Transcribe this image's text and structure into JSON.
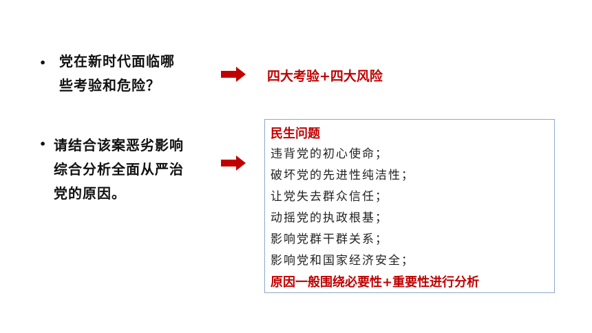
{
  "question1": {
    "bullet": "•",
    "text": "党在新时代面临哪\n些考验和危险？"
  },
  "answer1": "四大考验+四大风险",
  "question2": {
    "bullet": "•",
    "text": "请结合该案恶劣影响\n综合分析全面从严治\n党的原因。"
  },
  "box": {
    "title": "民生问题",
    "items": [
      "违背党的初心使命；",
      "破坏党的先进性纯洁性；",
      "让党失去群众信任；",
      "动摇党的执政根基；",
      "影响党群干群关系；",
      "影响党和国家经济安全；"
    ],
    "footer": "原因一般围绕必要性+重要性进行分析"
  },
  "colors": {
    "accent_red": "#c00000",
    "arrow_red": "#c00000",
    "box_border": "#8ba8cc"
  },
  "icons": {
    "arrow1": "right-arrow-icon",
    "arrow2": "right-arrow-icon"
  }
}
